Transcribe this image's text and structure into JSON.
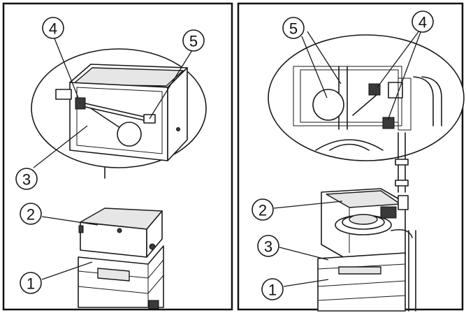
{
  "panels": {
    "left": {
      "callouts": [
        "4",
        "5",
        "3",
        "2",
        "1"
      ]
    },
    "right": {
      "callouts": [
        "5",
        "4",
        "2",
        "3",
        "1"
      ]
    }
  }
}
